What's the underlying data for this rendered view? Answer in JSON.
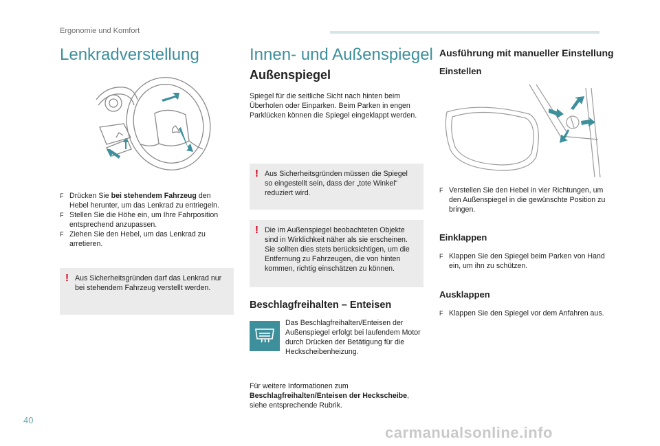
{
  "header": {
    "section": "Ergonomie und Komfort"
  },
  "footer": {
    "page_number": "40",
    "watermark": "carmanualsonline.info"
  },
  "col1": {
    "title": "Lenkradverstellung",
    "steps": [
      {
        "marker": "F",
        "prefix": "Drücken Sie ",
        "bold": "bei stehendem Fahrzeug",
        "suffix": " den Hebel herunter, um das Lenkrad zu entriegeln."
      },
      {
        "marker": "F",
        "text": "Stellen Sie die Höhe ein, um Ihre Fahrposition entsprechend anzupassen."
      },
      {
        "marker": "F",
        "text": "Ziehen Sie den Hebel, um das Lenkrad zu arretieren."
      }
    ],
    "warning": "Aus Sicherheitsgründen darf das Lenkrad nur bei stehendem Fahrzeug verstellt werden."
  },
  "col2": {
    "title": "Innen- und Außenspiegel",
    "subtitle": "Außenspiegel",
    "intro": "Spiegel für die seitliche Sicht nach hinten beim Überholen oder Einparken. Beim Parken in engen Parklücken können die Spiegel eingeklappt werden.",
    "warning1": "Aus Sicherheitsgründen müssen die Spiegel so eingestellt sein, dass der „tote Winkel“ reduziert wird.",
    "warning2": "Die im Außenspiegel beobachteten Objekte sind in Wirklichkeit näher als sie erscheinen. Sie sollten dies stets berücksichtigen, um die Entfernung zu Fahrzeugen, die von hinten kommen, richtig einschätzen zu können.",
    "defrost_title": "Beschlagfreihalten – Enteisen",
    "defrost_text": "Das Beschlagfreihalten/Enteisen der Außenspiegel erfolgt bei laufendem Motor durch Drücken der Betätigung für die Heckscheibenheizung.",
    "more_info_prefix": "Für weitere Informationen zum ",
    "more_info_bold": "Beschlagfreihalten/Enteisen der Heckscheibe",
    "more_info_suffix": ", siehe entsprechende Rubrik."
  },
  "col3": {
    "title": "Ausführung mit manueller Einstellung",
    "adjust_title": "Einstellen",
    "adjust_step": {
      "marker": "F",
      "text": "Verstellen Sie den Hebel in vier Richtungen, um den Außenspiegel in die gewünschte Position zu bringen."
    },
    "fold_title": "Einklappen",
    "fold_step": {
      "marker": "F",
      "text": "Klappen Sie den Spiegel beim Parken von Hand ein, um ihn zu schützen."
    },
    "unfold_title": "Ausklappen",
    "unfold_step": {
      "marker": "F",
      "text": "Klappen Sie den Spiegel vor dem Anfahren aus."
    }
  },
  "colors": {
    "accent": "#3d8f9c",
    "warning_mark": "#d2001e",
    "note_bg": "#ebebeb",
    "arrow": "#3d8f9c"
  },
  "icons": {
    "steering": "steering-wheel-illustration",
    "mirror": "mirror-control-illustration",
    "defrost": "rear-defrost-icon",
    "warning": "exclamation-icon"
  }
}
